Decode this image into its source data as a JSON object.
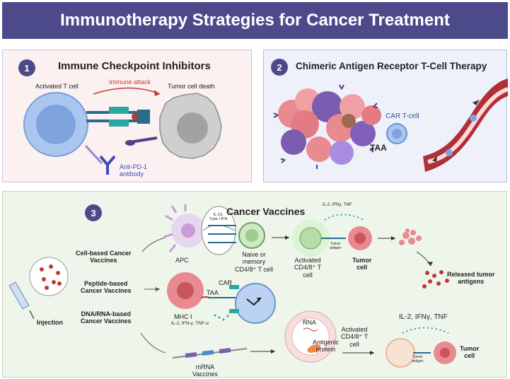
{
  "title": "Immunotherapy Strategies for Cancer Treatment",
  "panel1": {
    "number": "1",
    "title": "Immune Checkpoint Inhibitors",
    "activated_t_cell": "Activated T cell",
    "immune_attack": "Immune attack",
    "tumor_cell_death": "Tumor cell death",
    "anti_pd1_line1": "Anti-PD-1",
    "anti_pd1_line2": "antibody"
  },
  "panel2": {
    "number": "2",
    "title": "Chimeric Antigen Receptor T-Cell Therapy",
    "car_t_cell": "CAR T-cell",
    "taa": "TAA"
  },
  "panel3": {
    "number": "3",
    "title": "Cancer Vaccines",
    "cell_based_line1": "Cell-based Cancer",
    "cell_based_line2": "Vaccines",
    "peptide_based_line1": "Peptide-based",
    "peptide_based_line2": "Cancer Vaccines",
    "dna_rna_line1": "DNA/RNA-based",
    "dna_rna_line2": "Cancer Vaccines",
    "injection": "Injection",
    "apc": "APC",
    "il12_line1": "IL-12,",
    "il12_line2": "Type I IFN",
    "naive_line1": "Naive or",
    "naive_line2": "memory",
    "naive_line3": "CD4/8⁺ T cell",
    "cytokines_top": "IL-2, IFNγ, TNF",
    "activated_line1": "Activated",
    "activated_line2": "CD4/8⁺ T",
    "activated_line3": "cell",
    "tumor_antigen_line1": "Tumor",
    "tumor_antigen_line2": "antigen",
    "tumor_cell_line1": "Tumor",
    "tumor_cell_line2": "cell",
    "released_line1": "Released tumor",
    "released_line2": "antigens",
    "car": "CAR",
    "taa": "TAA",
    "mhc": "MHC I",
    "cytokines_mid": "IL-2, IFN-γ, TNF-α",
    "rna": "RNA",
    "antigenic_line1": "Antigenic",
    "antigenic_line2": "protein",
    "mrna_line1": "mRNA",
    "mrna_line2": "Vaccines",
    "activated2_line1": "Activated",
    "activated2_line2": "CD4/8⁺ T",
    "activated2_line3": "cell",
    "cytokines_bottom": "IL-2, IFNγ, TNF",
    "tumor_antigen2_line1": "Tumor",
    "tumor_antigen2_line2": "antigen",
    "tumor_cell2_line1": "Tumor",
    "tumor_cell2_line2": "cell"
  }
}
